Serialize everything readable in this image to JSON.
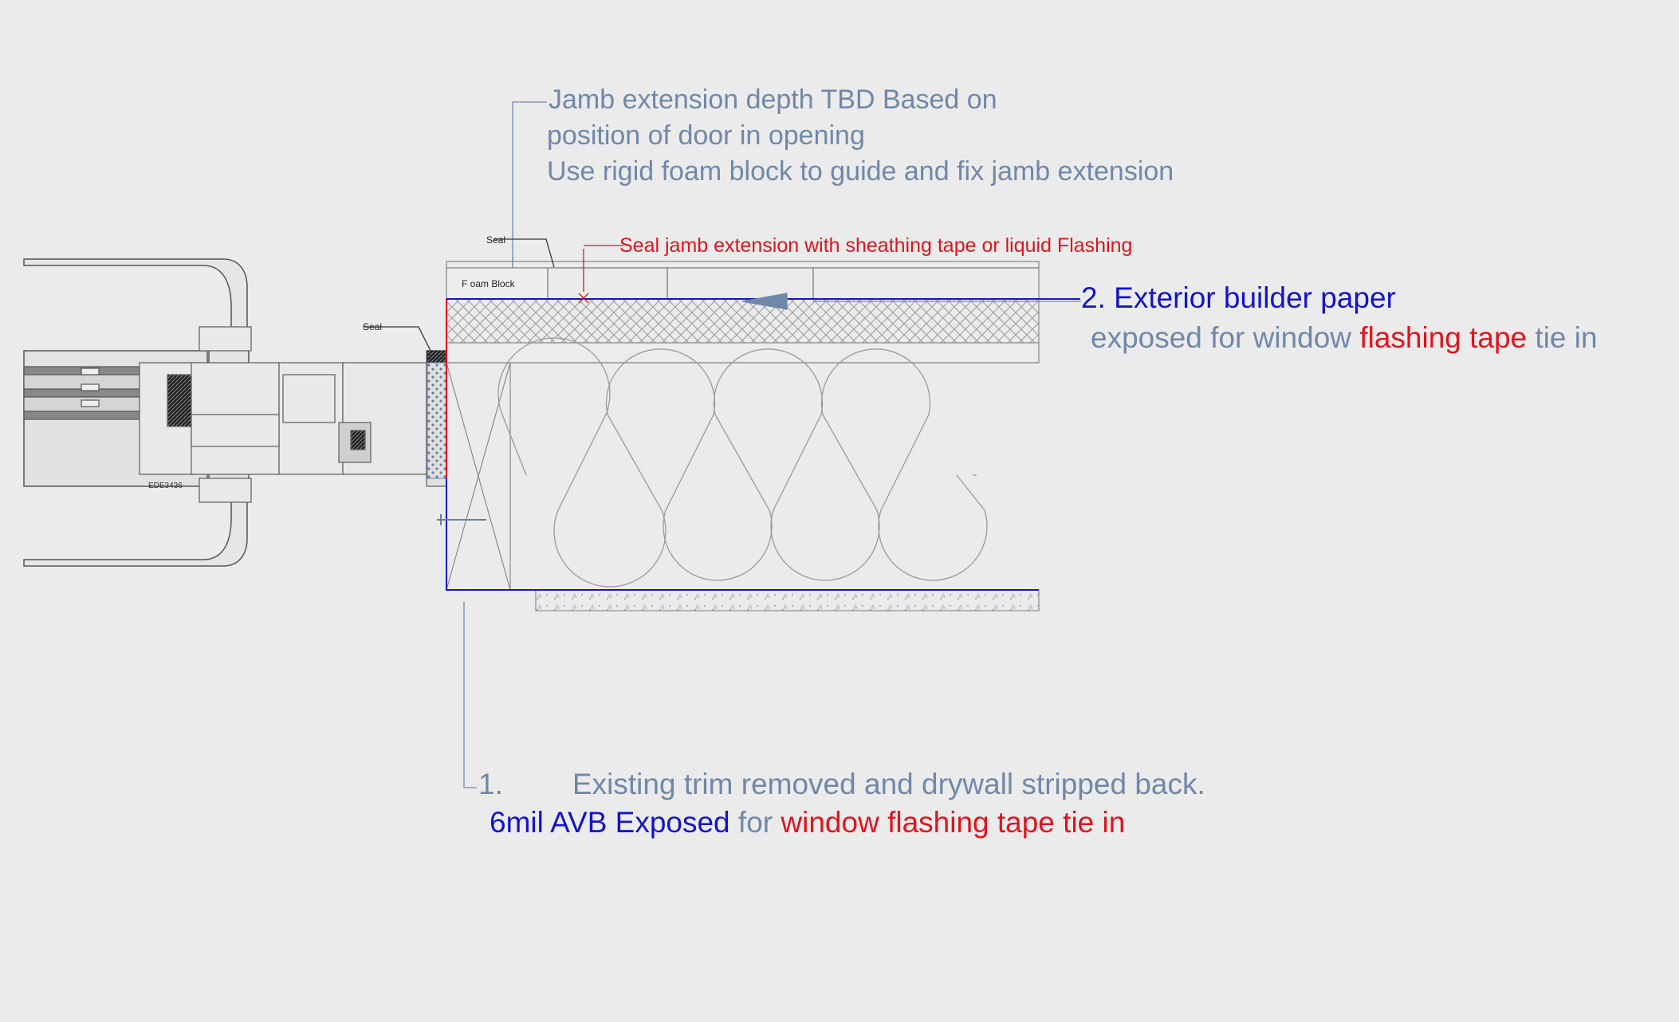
{
  "colors": {
    "background": "#ebebeb",
    "note_gray": "#7088a8",
    "blue": "#1414c8",
    "red": "#e0141e",
    "line": "#8a8a8a",
    "dark": "#222222"
  },
  "notes": {
    "jamb": {
      "line1": "Jamb extension depth TBD Based on",
      "line2": "position of door in opening",
      "line3": "Use rigid foam block to guide and fix jamb extension"
    },
    "seal_jamb": "Seal jamb extension with sheathing tape or liquid Flashing",
    "builder_paper": {
      "line1": "2. Exterior builder paper",
      "line2_a": "exposed for window ",
      "line2_b": "flashing tape",
      "line2_c": " tie in"
    },
    "trim": {
      "number": "1.",
      "line1": "Existing trim  removed and drywall stripped back.",
      "line2_a": "6mil AVB Exposed",
      "line2_b": " for ",
      "line2_c": "window flashing tape tie in"
    }
  },
  "small_labels": {
    "seal_top": "Seal",
    "seal_left": "Seal",
    "foam_block": "F oam Block",
    "profile_code": "EDE3436"
  }
}
